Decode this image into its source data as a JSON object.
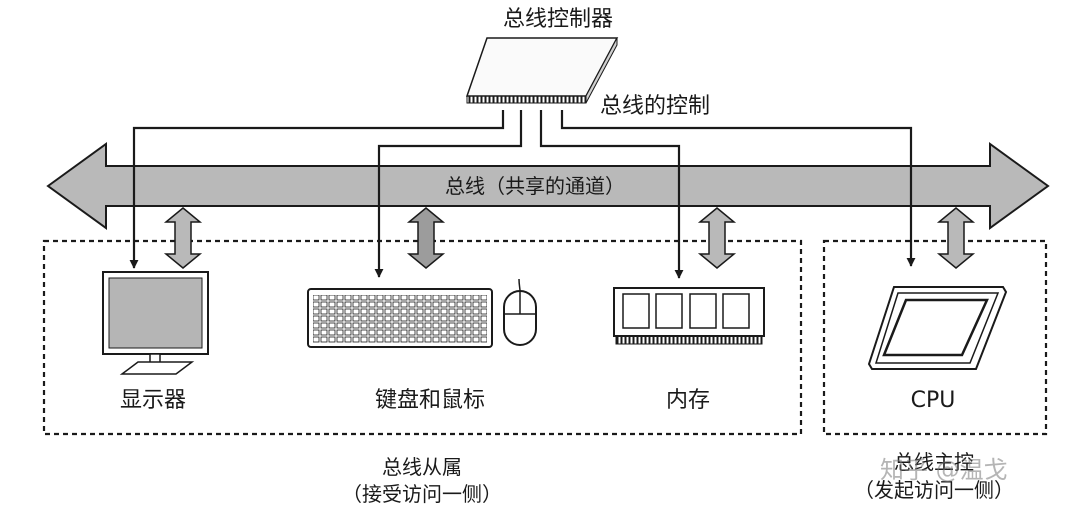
{
  "controller": {
    "title": "总线控制器",
    "control_label": "总线的控制"
  },
  "bus": {
    "label": "总线（共享的通道）"
  },
  "devices": [
    {
      "label": "显示器"
    },
    {
      "label": "键盘和鼠标"
    },
    {
      "label": "内存"
    },
    {
      "label": "CPU"
    }
  ],
  "groups": {
    "slave": {
      "title": "总线从属",
      "subtitle": "（接受访问一侧）"
    },
    "master": {
      "title": "总线主控",
      "subtitle": "（发起访问一侧）"
    }
  },
  "watermark": "知乎 @温戈",
  "colors": {
    "bus_fill": "#b9b9b9",
    "stroke": "#1a1a1a",
    "screen_fill": "#b5b5b5"
  }
}
